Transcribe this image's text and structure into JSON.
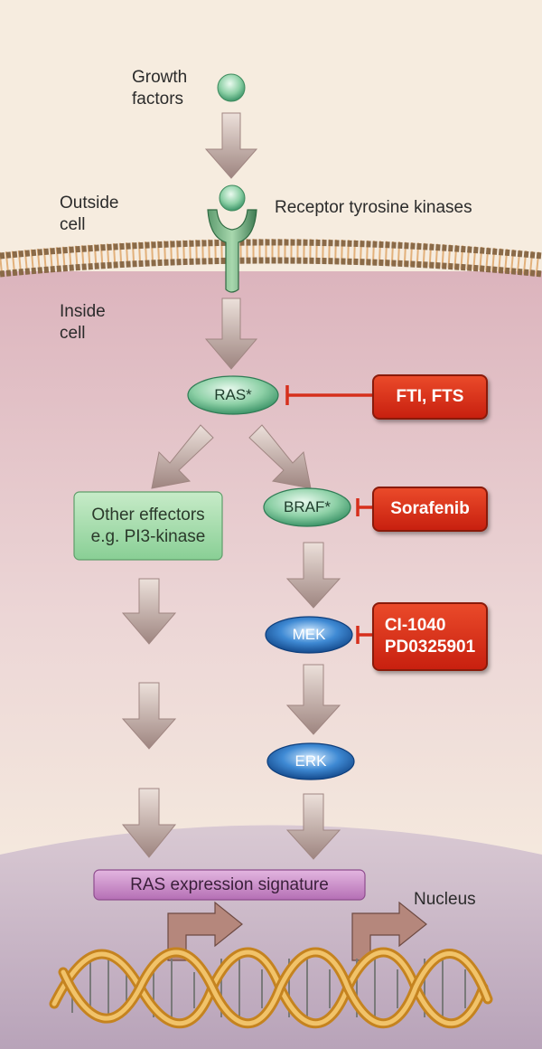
{
  "labels": {
    "growth_factors": "Growth\nfactors",
    "outside_cell": "Outside\ncell",
    "inside_cell": "Inside\ncell",
    "receptor": "Receptor tyrosine kinases",
    "nucleus": "Nucleus"
  },
  "nodes": {
    "ras": "RAS*",
    "braf": "BRAF*",
    "mek": "MEK",
    "erk": "ERK",
    "other_effectors": "Other effectors\ne.g. PI3-kinase",
    "signature": "RAS expression signature"
  },
  "inhibitors": {
    "ras_drugs": "FTI, FTS",
    "braf_drug": "Sorafenib",
    "mek_drugs_line1": "CI-1040",
    "mek_drugs_line2": "PD0325901"
  },
  "colors": {
    "background": "#f6ecdf",
    "cell_interior": "#e9cfd3",
    "arrow": "#a88e89",
    "inhibitor_red": "#d8301a",
    "green_node": "#5fb88e",
    "blue_node": "#1f64b0",
    "purple_box": "#c889c8",
    "dna_gold": "#e2a23a"
  }
}
